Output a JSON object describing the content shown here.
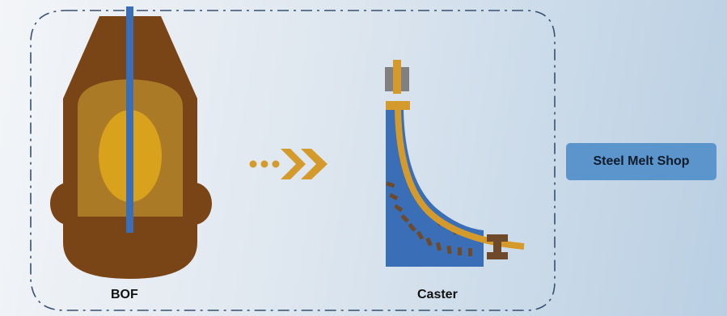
{
  "diagram": {
    "stages": [
      {
        "id": "bof",
        "label": "BOF"
      },
      {
        "id": "caster",
        "label": "Caster"
      }
    ],
    "group_label": "Steel Melt Shop",
    "colors": {
      "bof_shell": "#7a4516",
      "bof_lining": "#aa7a27",
      "bof_melt": "#d8a21d",
      "lance": "#3a6fb8",
      "caster_body": "#3a6fb8",
      "strand": "#d59a2c",
      "rollers": "#6e4a2a",
      "tundish": "#808080",
      "arrow": "#d59a2c",
      "group_border": "#36506f",
      "badge": "#5b95cc"
    }
  }
}
